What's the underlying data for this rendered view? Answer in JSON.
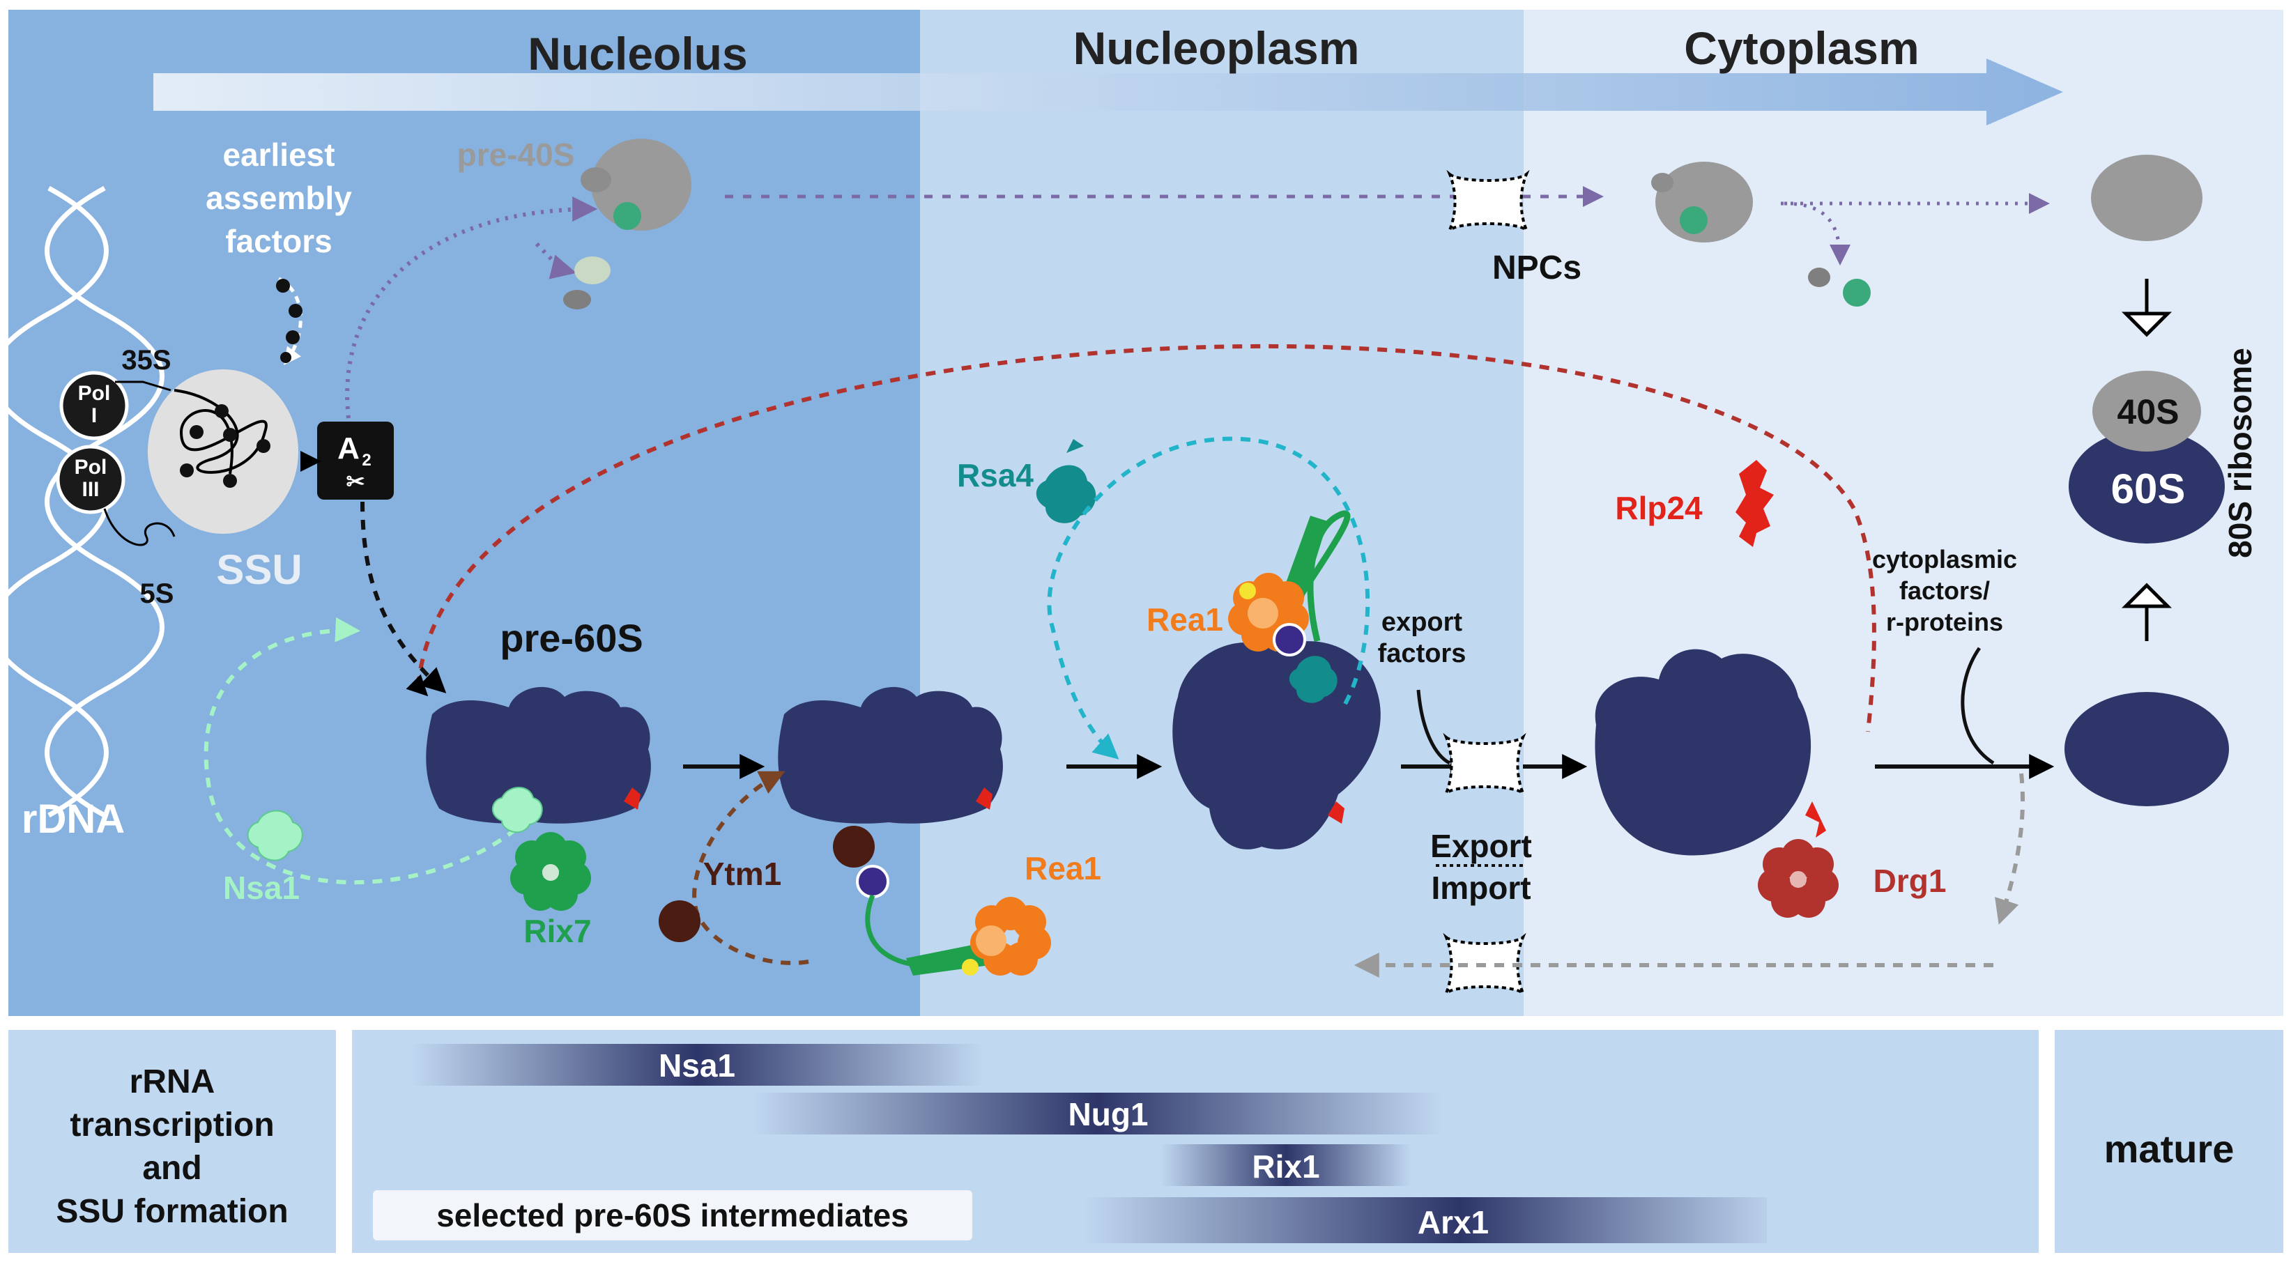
{
  "regions": {
    "nucleolus": "Nucleolus",
    "nucleoplasm": "Nucleoplasm",
    "cytoplasm": "Cytoplasm"
  },
  "labels": {
    "earliest_line1": "earliest",
    "earliest_line2": "assembly",
    "earliest_line3": "factors",
    "pre40s": "pre-40S",
    "pre60s": "pre-60S",
    "rrna_35s": "35S",
    "rrna_5s": "5S",
    "pol1_line1": "Pol",
    "pol1_line2": "I",
    "pol3_line1": "Pol",
    "pol3_line2": "III",
    "ssu": "SSU",
    "a2_main": "A",
    "a2_sub": "2",
    "rdna": "rDNA",
    "nsa1": "Nsa1",
    "rix7": "Rix7",
    "ytm1": "Ytm1",
    "rea1_lower": "Rea1",
    "rsa4": "Rsa4",
    "rea1_upper": "Rea1",
    "export_factors_line1": "export",
    "export_factors_line2": "factors",
    "npcs": "NPCs",
    "export": "Export",
    "import": "Import",
    "rlp24": "Rlp24",
    "drg1": "Drg1",
    "cyto_factors_line1": "cytoplasmic",
    "cyto_factors_line2": "factors/",
    "cyto_factors_line3": "r-proteins",
    "s40": "40S",
    "s60": "60S",
    "ribosome80s": "80S ribosome"
  },
  "bottom": {
    "left_line1": "rRNA",
    "left_line2": "transcription",
    "left_line3": "and",
    "left_line4": "SSU formation",
    "selected": "selected pre-60S intermediates",
    "mature": "mature",
    "bars": [
      {
        "label": "Nsa1"
      },
      {
        "label": "Nug1"
      },
      {
        "label": "Rix1"
      },
      {
        "label": "Arx1"
      }
    ]
  },
  "colors": {
    "nucleolus_bg": "#87b1de",
    "nucleoplasm_bg": "#c1d8f1",
    "cytoplasm_bg": "#e2ecf8",
    "navy": "#2e3669",
    "nsa1": "#a4f2c6",
    "rix7": "#1fa04d",
    "ytm1": "#4a1c12",
    "rea1": "#f27c1c",
    "rsa4": "#128c8c",
    "rlp24": "#e2231a",
    "drg1": "#b2332e",
    "pre40s": "#9a9a9a"
  }
}
